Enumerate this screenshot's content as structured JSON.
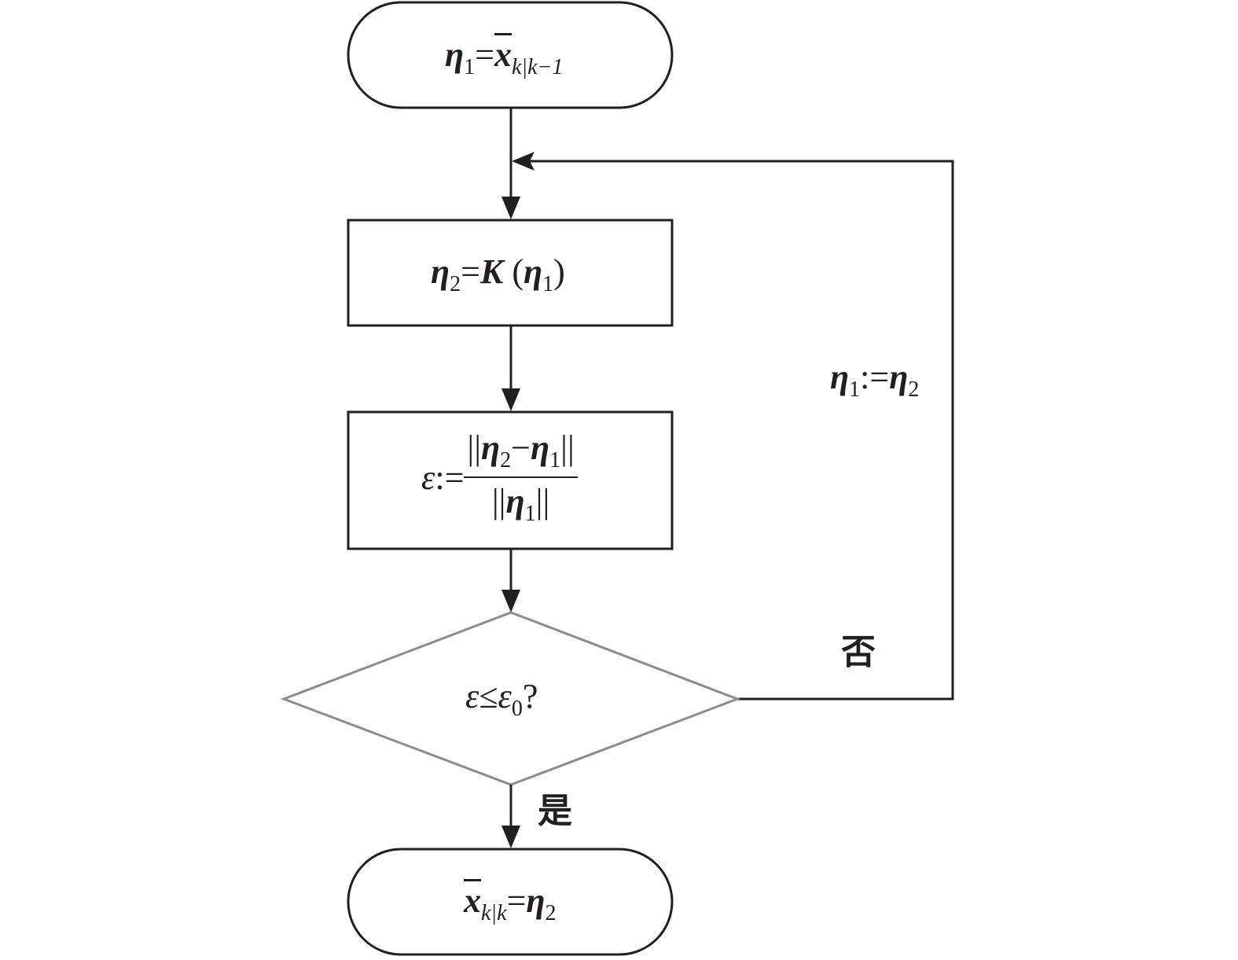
{
  "diagram": {
    "type": "flowchart",
    "colors": {
      "stroke": "#231f20",
      "decision_stroke": "#8c8c8c",
      "background": "#ffffff"
    },
    "nodes": {
      "start": {
        "kind": "terminator",
        "lhs": "η",
        "lhs_sub": "1",
        "eq": "=",
        "rhs": "x",
        "rhs_sub": "k|k−1",
        "text": "η1 = x̄_{k|k−1}"
      },
      "step1": {
        "kind": "process",
        "lhs": "η",
        "lhs_sub": "2",
        "eq": "=",
        "func": "K",
        "open": " (",
        "arg": "η",
        "arg_sub": "1",
        "close": ")",
        "text": "η2 = K (η1)"
      },
      "step2": {
        "kind": "process",
        "lhs": "ε",
        "eq": ":=",
        "num_bars_open": "||",
        "num_a": "η",
        "num_a_sub": "2",
        "num_minus": "−",
        "num_b": "η",
        "num_b_sub": "1",
        "num_bars_close": "||",
        "den_bars_open": "||",
        "den": "η",
        "den_sub": "1",
        "den_bars_close": "||",
        "text": "ε := ||η2 − η1|| / ||η1||"
      },
      "decision": {
        "kind": "decision",
        "lhs": "ε",
        "op": "≤",
        "rhs": "ε",
        "rhs_sub": "0",
        "q": "?",
        "text": "ε ≤ ε0?"
      },
      "end": {
        "kind": "terminator",
        "lhs": "x",
        "lhs_sub": "k|k",
        "eq": "=",
        "rhs": "η",
        "rhs_sub": "2",
        "text": "x̄_{k|k} = η2"
      }
    },
    "edges": {
      "loop_label": {
        "lhs": "η",
        "lhs_sub": "1",
        "eq": ":=",
        "rhs": "η",
        "rhs_sub": "2",
        "text": "η1 := η2"
      },
      "no_label": "否",
      "yes_label": "是"
    }
  }
}
